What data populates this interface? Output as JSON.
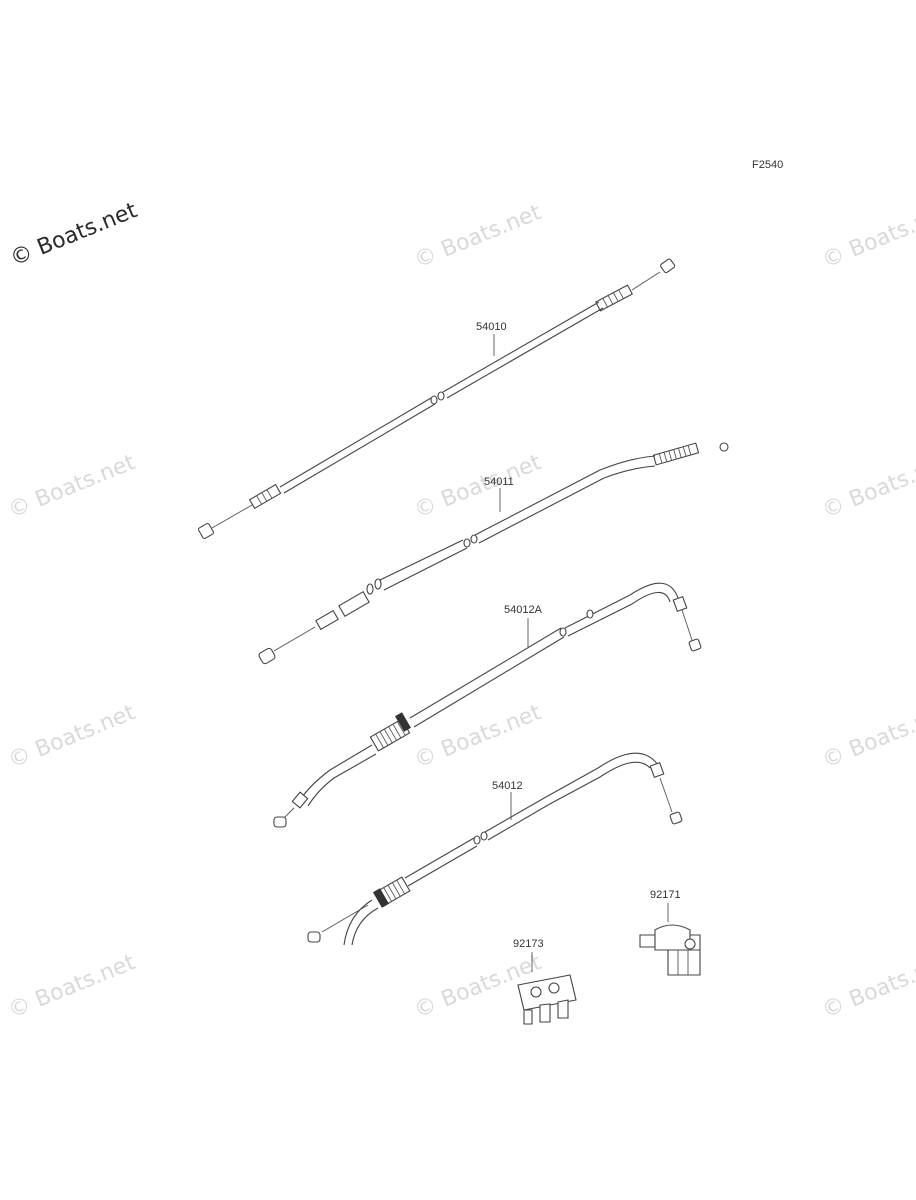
{
  "figure_code": "F2540",
  "watermark": {
    "main": "© Boats.net",
    "repeat": "© Boats.net"
  },
  "parts": [
    {
      "id": "54010"
    },
    {
      "id": "54011"
    },
    {
      "id": "54012A"
    },
    {
      "id": "54012"
    },
    {
      "id": "92171"
    },
    {
      "id": "92173"
    }
  ]
}
